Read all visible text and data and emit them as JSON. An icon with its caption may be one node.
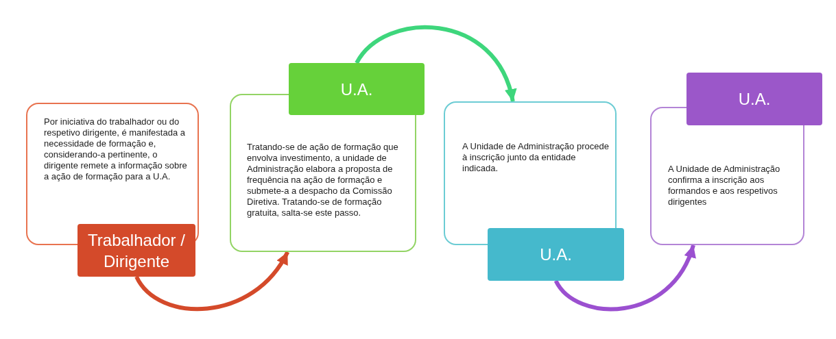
{
  "diagram": {
    "nodes": [
      {
        "text": [
          "Por iniciativa do trabalhador ou do respetivo dirigente, é manifestada a necessidade de formação e, considerando-a pertinente, o dirigente remete a informação sobre a ação de formação para a U.A."
        ]
      },
      {
        "text": [
          "Trabalhador / Dirigente"
        ]
      },
      {
        "text": [
          "U.A."
        ]
      },
      {
        "text": [
          "Tratando-se de ação de formação que envolva investimento, a unidade de Administração elabora a proposta de frequência na ação de formação e submete-a a despacho da Comissão Diretiva. Tratando-se de formação gratuita, salta-se este passo."
        ]
      },
      {
        "text": [
          "A Unidade de Administração procede à inscrição junto da entidade indicada."
        ]
      },
      {
        "text": [
          "U.A."
        ]
      },
      {
        "text": [
          "U.A."
        ]
      },
      {
        "text": [
          "A Unidade de Administração confirma a inscrição aos formandos e aos respetivos dirigentes"
        ]
      }
    ],
    "edges": [
      {
        "from": 1,
        "to": 3,
        "arrow": "to",
        "color": "#d44a2a"
      },
      {
        "from": 2,
        "to": 4,
        "arrow": "to",
        "color": "#3ed67c"
      },
      {
        "from": 5,
        "to": 7,
        "arrow": "to",
        "color": "#9b50d0"
      }
    ]
  }
}
